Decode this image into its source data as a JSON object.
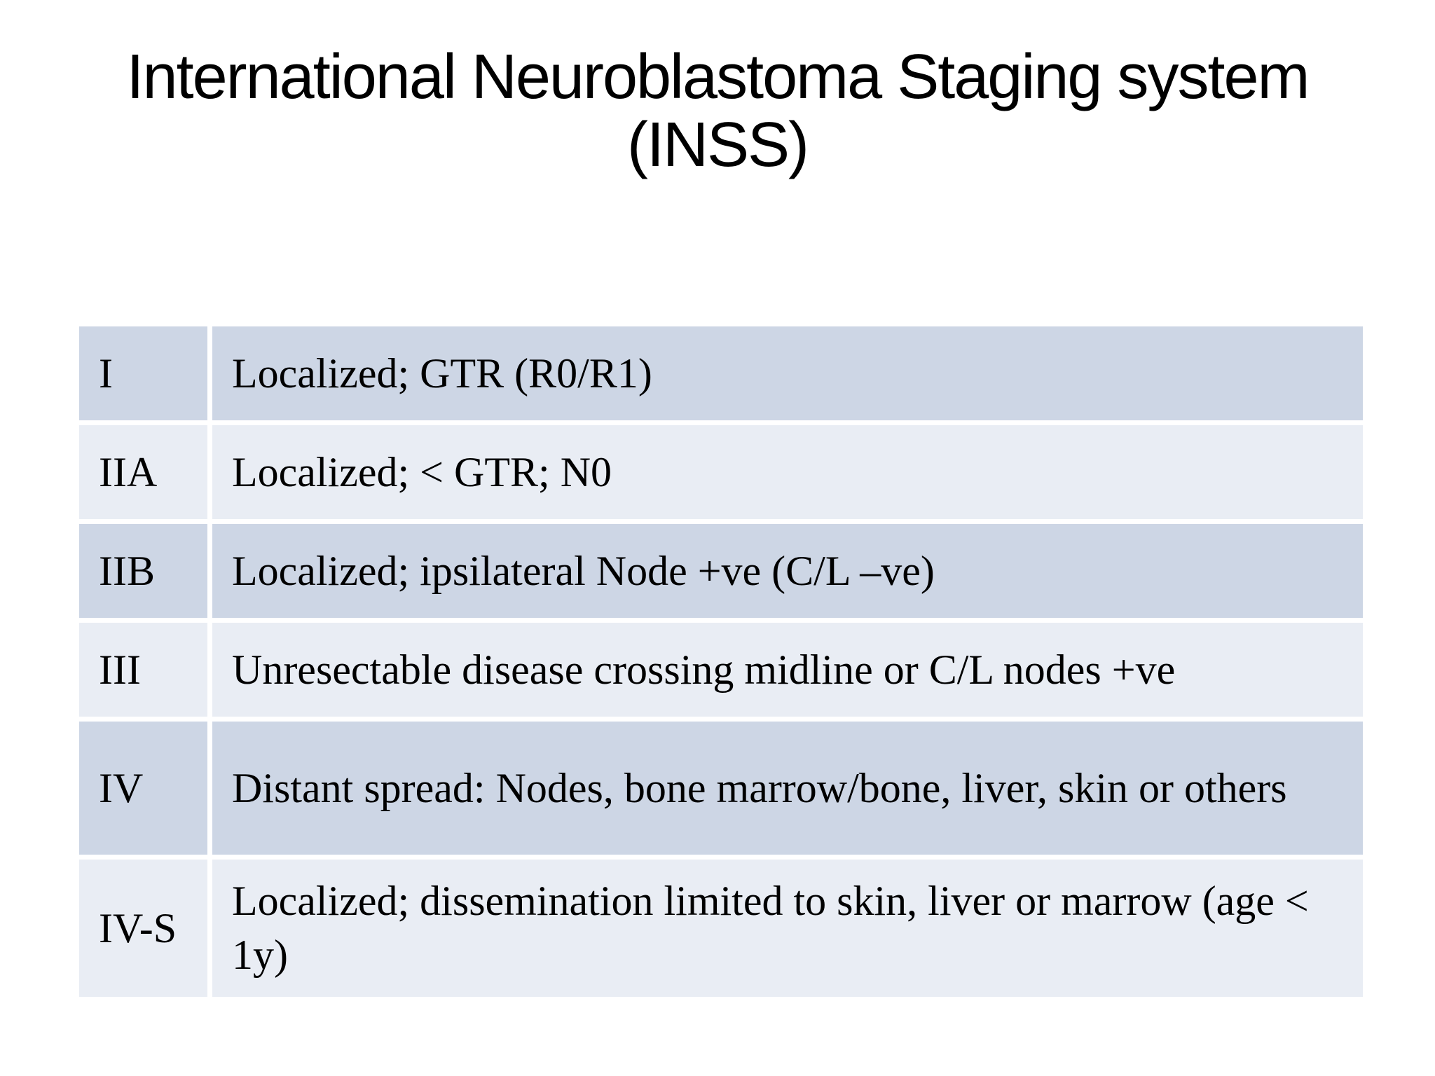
{
  "slide": {
    "title_lines": [
      "International Neuroblastoma Staging system",
      "(INSS)"
    ]
  },
  "table": {
    "rows": [
      {
        "stage": "I",
        "description": "Localized; GTR (R0/R1)"
      },
      {
        "stage": "IIA",
        "description": "Localized; < GTR; N0"
      },
      {
        "stage": "IIB",
        "description": "Localized; ipsilateral Node +ve (C/L –ve)"
      },
      {
        "stage": "III",
        "description": "Unresectable disease crossing midline or C/L nodes +ve"
      },
      {
        "stage": "IV",
        "description": "Distant spread: Nodes, bone marrow/bone, liver, skin or others"
      },
      {
        "stage": "IV-S",
        "description": "Localized; dissemination limited to skin, liver or marrow (age < 1y)"
      }
    ],
    "colors": {
      "band_dark": "#cdd6e5",
      "band_light": "#e9edf4",
      "divider": "#ffffff",
      "text": "#000000"
    }
  }
}
